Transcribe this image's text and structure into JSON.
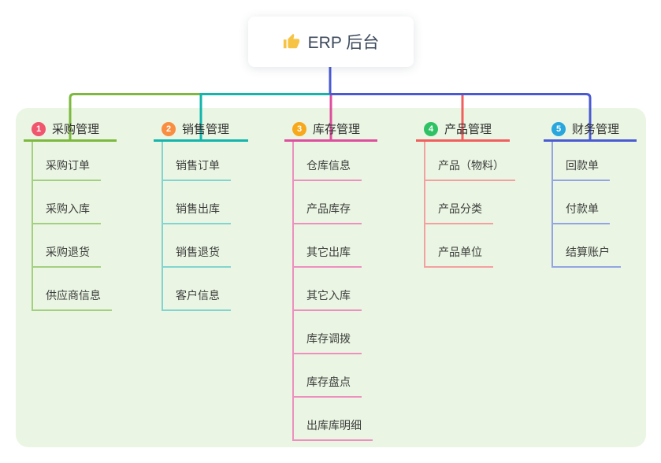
{
  "root": {
    "label": "ERP 后台",
    "icon": "thumbs-up-icon"
  },
  "branches": [
    {
      "index": "1",
      "label": "采购管理",
      "badge_color": "#f0566e",
      "line_color": "#7cb93e",
      "child_line_color": "#a3d080",
      "children": [
        "采购订单",
        "采购入库",
        "采购退货",
        "供应商信息"
      ]
    },
    {
      "index": "2",
      "label": "销售管理",
      "badge_color": "#f98e41",
      "line_color": "#13b5ac",
      "child_line_color": "#82d5cf",
      "children": [
        "销售订单",
        "销售出库",
        "销售退货",
        "客户信息"
      ]
    },
    {
      "index": "3",
      "label": "库存管理",
      "badge_color": "#f7a81b",
      "line_color": "#dd4f9e",
      "child_line_color": "#ee8fc0",
      "children": [
        "仓库信息",
        "产品库存",
        "其它出库",
        "其它入库",
        "库存调拨",
        "库存盘点",
        "出库库明细"
      ]
    },
    {
      "index": "4",
      "label": "产品管理",
      "badge_color": "#2fc264",
      "line_color": "#f15e5e",
      "child_line_color": "#f4a0a0",
      "children": [
        "产品（物料）",
        "产品分类",
        "产品单位"
      ]
    },
    {
      "index": "5",
      "label": "财务管理",
      "badge_color": "#29a6dd",
      "line_color": "#4a5ad2",
      "child_line_color": "#92a5e2",
      "children": [
        "回款单",
        "付款单",
        "结算账户"
      ]
    }
  ],
  "colors": {
    "panel_bg": "#eaf6e3",
    "root_stem": "#4a5ad2",
    "icon_yellow": "#f6c344",
    "text": "#2f2f2f"
  }
}
